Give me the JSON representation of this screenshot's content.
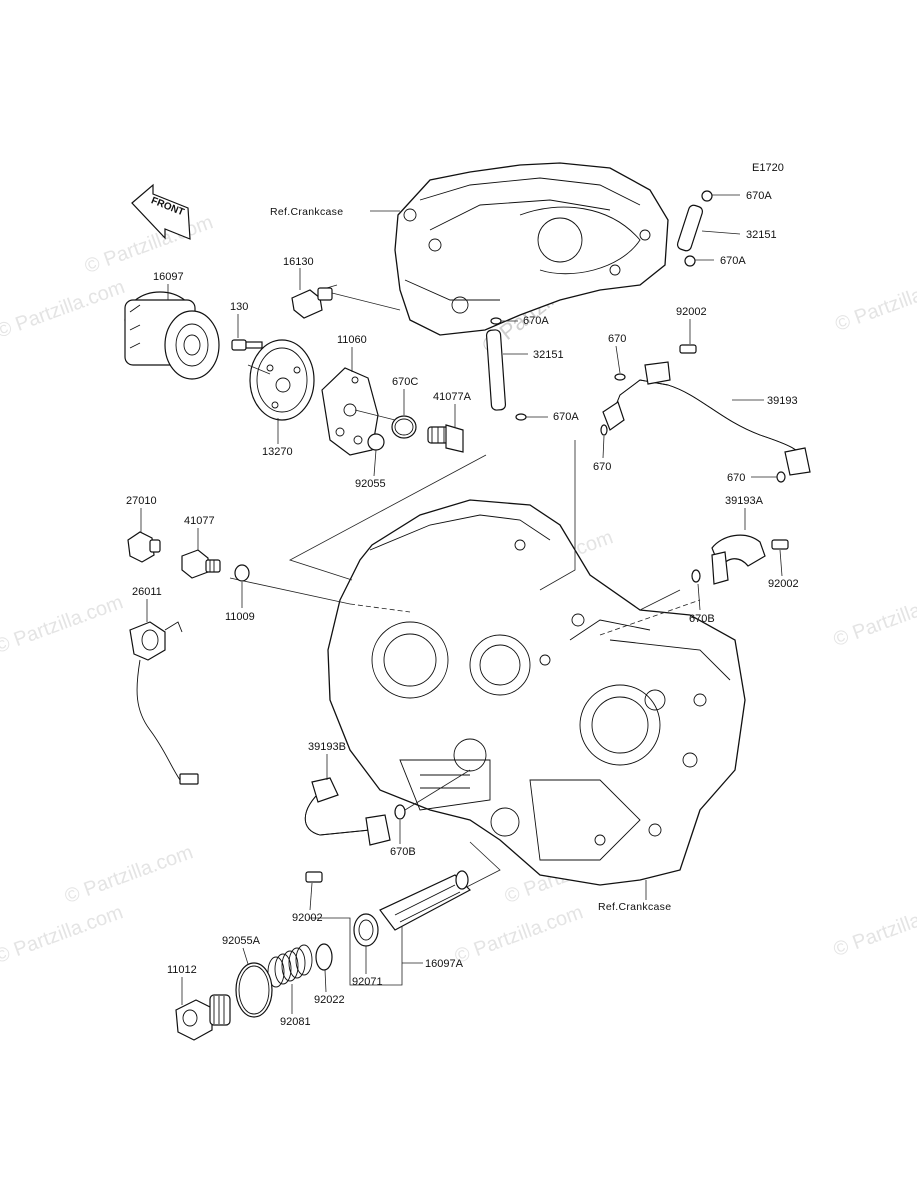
{
  "diagram_id": "E1720",
  "front_badge": "FRONT",
  "watermark": "© Partzilla.com",
  "watermark_center": "© Partzilla.com",
  "ref_labels": {
    "top": "Ref.Crankcase",
    "bottom": "Ref.Crankcase"
  },
  "parts": {
    "p16097": "16097",
    "p130": "130",
    "p13270": "13270",
    "p16130": "16130",
    "p11060": "11060",
    "p670C": "670C",
    "p41077A": "41077A",
    "p92055": "92055",
    "p670A_a": "670A",
    "p32151_a": "32151",
    "p670A_b": "670A",
    "p670A_c": "670A",
    "p32151_b": "32151",
    "p670A_d": "670A",
    "p92002_a": "92002",
    "p670_a": "670",
    "p39193": "39193",
    "p670_b": "670",
    "p670_c": "670",
    "p27010": "27010",
    "p41077": "41077",
    "p11009": "11009",
    "p39193A": "39193A",
    "p92002_b": "92002",
    "p670B_a": "670B",
    "p26011": "26011",
    "p39193B": "39193B",
    "p670B_b": "670B",
    "p92002_c": "92002",
    "p92055A": "92055A",
    "p11012": "11012",
    "p92081": "92081",
    "p92022": "92022",
    "p92071": "92071",
    "p16097A": "16097A"
  }
}
